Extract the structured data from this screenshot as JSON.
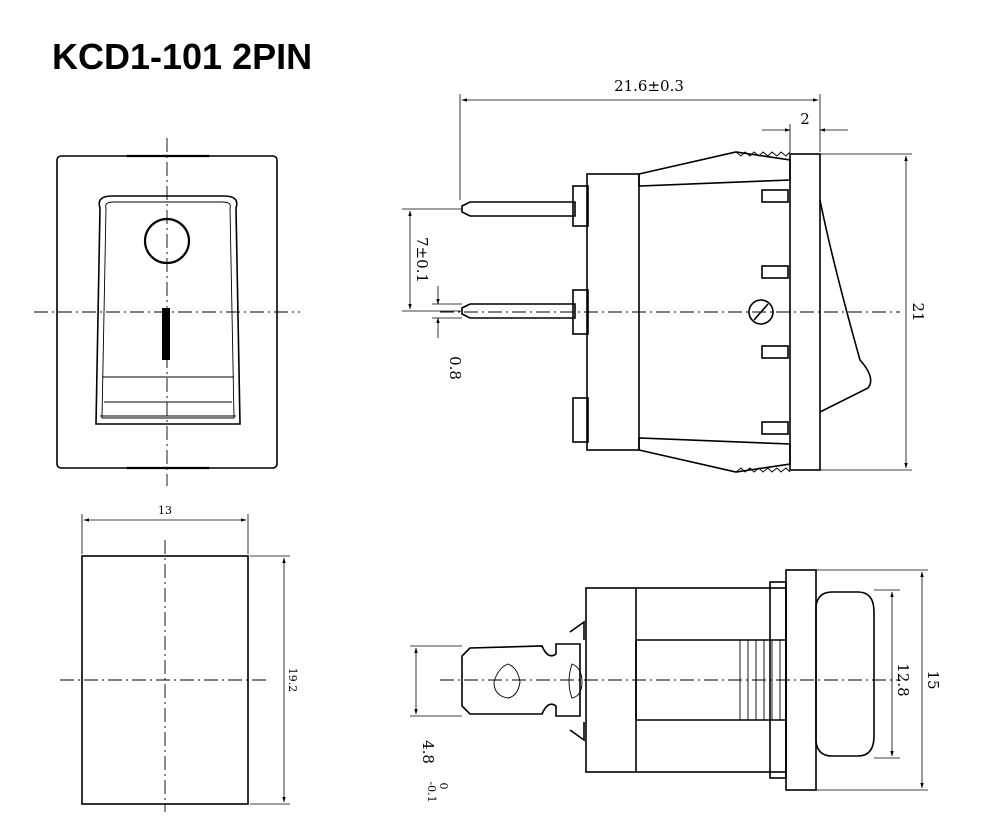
{
  "title": "KCD1-101 2PIN",
  "dimensions": {
    "length": "21.6±0.3",
    "flange": "2",
    "height": "21",
    "pin_pitch": "7±0.1",
    "pin_thickness": "0.8",
    "cutout_width": "13",
    "cutout_height": "19.2",
    "body_width": "12.8",
    "flange_width": "15",
    "terminal_width": "4.8",
    "terminal_tol_upper": "0",
    "terminal_tol_lower": "-0.1"
  }
}
